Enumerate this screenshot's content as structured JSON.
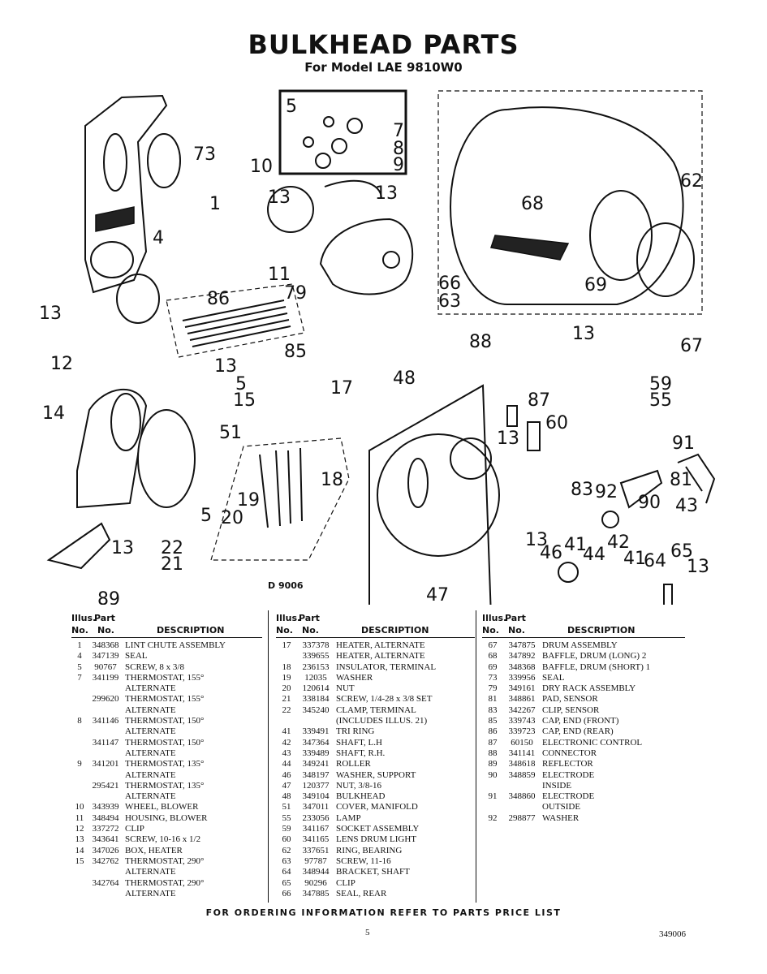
{
  "header": {
    "title": "BULKHEAD PARTS",
    "subtitle": "For Model LAE 9810W0"
  },
  "diagram": {
    "code": "D 9006",
    "callouts": [
      "5",
      "7",
      "8",
      "9",
      "10",
      "13",
      "1",
      "73",
      "4",
      "86",
      "79",
      "11",
      "68",
      "62",
      "66",
      "63",
      "69",
      "67",
      "12",
      "13",
      "5",
      "15",
      "14",
      "51",
      "17",
      "48",
      "88",
      "13",
      "87",
      "59",
      "55",
      "60",
      "13",
      "91",
      "81",
      "18",
      "19",
      "20",
      "5",
      "13",
      "22",
      "21",
      "89",
      "83",
      "92",
      "90",
      "43",
      "41",
      "46",
      "13",
      "44",
      "42",
      "41",
      "64",
      "65",
      "13",
      "47",
      "85",
      "13",
      "13"
    ]
  },
  "table": {
    "headers": {
      "illus_top": "Illus.",
      "part_top": "Part",
      "illus_no": "No.",
      "part_no": "No.",
      "description": "DESCRIPTION"
    },
    "col1": [
      {
        "illus": "1",
        "part": "348368",
        "desc": "LINT CHUTE ASSEMBLY"
      },
      {
        "illus": "4",
        "part": "347139",
        "desc": "SEAL"
      },
      {
        "illus": "5",
        "part": "90767",
        "desc": "SCREW, 8 x 3/8"
      },
      {
        "illus": "7",
        "part": "341199",
        "desc": "THERMOSTAT, 155°"
      },
      {
        "illus": "",
        "part": "",
        "desc": "ALTERNATE"
      },
      {
        "illus": "",
        "part": "299620",
        "desc": "THERMOSTAT, 155°"
      },
      {
        "illus": "",
        "part": "",
        "desc": "ALTERNATE"
      },
      {
        "illus": "8",
        "part": "341146",
        "desc": "THERMOSTAT, 150°"
      },
      {
        "illus": "",
        "part": "",
        "desc": "ALTERNATE"
      },
      {
        "illus": "",
        "part": "341147",
        "desc": "THERMOSTAT, 150°"
      },
      {
        "illus": "",
        "part": "",
        "desc": "ALTERNATE"
      },
      {
        "illus": "9",
        "part": "341201",
        "desc": "THERMOSTAT, 135°"
      },
      {
        "illus": "",
        "part": "",
        "desc": "ALTERNATE"
      },
      {
        "illus": "",
        "part": "295421",
        "desc": "THERMOSTAT, 135°"
      },
      {
        "illus": "",
        "part": "",
        "desc": "ALTERNATE"
      },
      {
        "illus": "10",
        "part": "343939",
        "desc": "WHEEL, BLOWER"
      },
      {
        "illus": "11",
        "part": "348494",
        "desc": "HOUSING, BLOWER"
      },
      {
        "illus": "12",
        "part": "337272",
        "desc": "CLIP"
      },
      {
        "illus": "13",
        "part": "343641",
        "desc": "SCREW, 10-16 x 1/2"
      },
      {
        "illus": "14",
        "part": "347026",
        "desc": "BOX, HEATER"
      },
      {
        "illus": "15",
        "part": "342762",
        "desc": "THERMOSTAT, 290°"
      },
      {
        "illus": "",
        "part": "",
        "desc": "ALTERNATE"
      },
      {
        "illus": "",
        "part": "342764",
        "desc": "THERMOSTAT, 290°"
      },
      {
        "illus": "",
        "part": "",
        "desc": "ALTERNATE"
      }
    ],
    "col2": [
      {
        "illus": "17",
        "part": "337378",
        "desc": "HEATER, ALTERNATE"
      },
      {
        "illus": "",
        "part": "339655",
        "desc": "HEATER, ALTERNATE"
      },
      {
        "illus": "18",
        "part": "236153",
        "desc": "INSULATOR, TERMINAL"
      },
      {
        "illus": "19",
        "part": "12035",
        "desc": "WASHER"
      },
      {
        "illus": "20",
        "part": "120614",
        "desc": "NUT"
      },
      {
        "illus": "21",
        "part": "338184",
        "desc": "SCREW, 1/4-28 x 3/8 SET"
      },
      {
        "illus": "22",
        "part": "345240",
        "desc": "CLAMP, TERMINAL"
      },
      {
        "illus": "",
        "part": "",
        "desc": "(INCLUDES ILLUS. 21)"
      },
      {
        "illus": "41",
        "part": "339491",
        "desc": "TRI RING"
      },
      {
        "illus": "42",
        "part": "347364",
        "desc": "SHAFT, L.H"
      },
      {
        "illus": "43",
        "part": "339489",
        "desc": "SHAFT, R.H."
      },
      {
        "illus": "44",
        "part": "349241",
        "desc": "ROLLER"
      },
      {
        "illus": "46",
        "part": "348197",
        "desc": "WASHER, SUPPORT"
      },
      {
        "illus": "47",
        "part": "120377",
        "desc": "NUT, 3/8-16"
      },
      {
        "illus": "48",
        "part": "349104",
        "desc": "BULKHEAD"
      },
      {
        "illus": "51",
        "part": "347011",
        "desc": "COVER, MANIFOLD"
      },
      {
        "illus": "55",
        "part": "233056",
        "desc": "LAMP"
      },
      {
        "illus": "59",
        "part": "341167",
        "desc": "SOCKET ASSEMBLY"
      },
      {
        "illus": "60",
        "part": "341165",
        "desc": "LENS DRUM LIGHT"
      },
      {
        "illus": "62",
        "part": "337651",
        "desc": "RING, BEARING"
      },
      {
        "illus": "63",
        "part": "97787",
        "desc": "SCREW, 11-16"
      },
      {
        "illus": "64",
        "part": "348944",
        "desc": "BRACKET, SHAFT"
      },
      {
        "illus": "65",
        "part": "90296",
        "desc": "CLIP"
      },
      {
        "illus": "66",
        "part": "347885",
        "desc": "SEAL, REAR"
      }
    ],
    "col3": [
      {
        "illus": "67",
        "part": "347875",
        "desc": "DRUM ASSEMBLY"
      },
      {
        "illus": "68",
        "part": "347892",
        "desc": "BAFFLE, DRUM (LONG) 2"
      },
      {
        "illus": "69",
        "part": "348368",
        "desc": "BAFFLE, DRUM (SHORT) 1"
      },
      {
        "illus": "73",
        "part": "339956",
        "desc": "SEAL"
      },
      {
        "illus": "79",
        "part": "349161",
        "desc": "DRY RACK ASSEMBLY"
      },
      {
        "illus": "81",
        "part": "348861",
        "desc": "PAD, SENSOR"
      },
      {
        "illus": "83",
        "part": "342267",
        "desc": "CLIP, SENSOR"
      },
      {
        "illus": "85",
        "part": "339743",
        "desc": "CAP, END (FRONT)"
      },
      {
        "illus": "86",
        "part": "339723",
        "desc": "CAP, END (REAR)"
      },
      {
        "illus": "87",
        "part": "60150",
        "desc": "ELECTRONIC CONTROL"
      },
      {
        "illus": "88",
        "part": "341141",
        "desc": "CONNECTOR"
      },
      {
        "illus": "89",
        "part": "348618",
        "desc": "REFLECTOR"
      },
      {
        "illus": "90",
        "part": "348859",
        "desc": "ELECTRODE"
      },
      {
        "illus": "",
        "part": "",
        "desc": "INSIDE"
      },
      {
        "illus": "91",
        "part": "348860",
        "desc": "ELECTRODE"
      },
      {
        "illus": "",
        "part": "",
        "desc": "OUTSIDE"
      },
      {
        "illus": "92",
        "part": "298877",
        "desc": "WASHER"
      }
    ]
  },
  "footer": {
    "ordering_note": "FOR ORDERING INFORMATION REFER TO PARTS PRICE LIST",
    "page_number": "5",
    "doc_number": "349006"
  }
}
